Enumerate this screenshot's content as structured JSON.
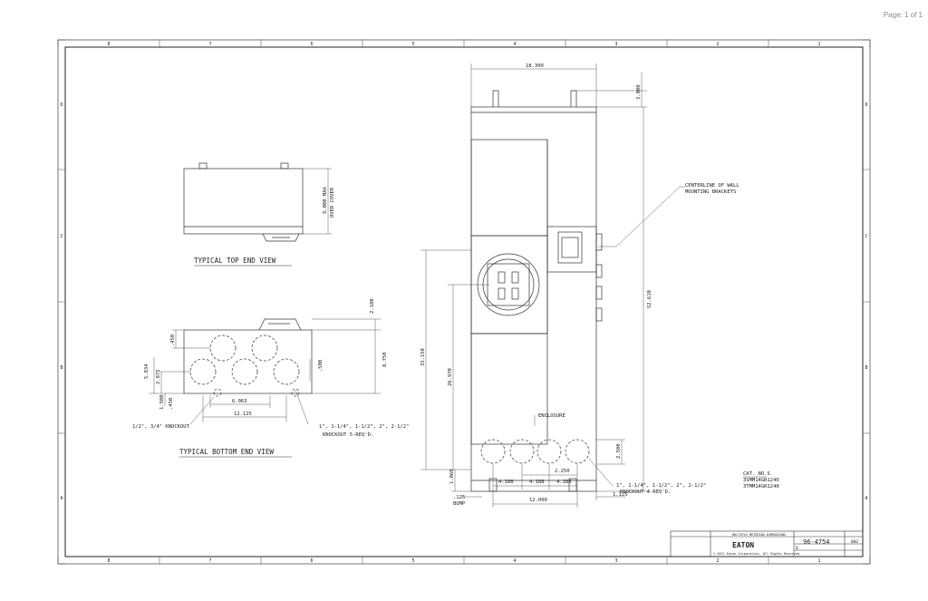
{
  "page_indicator": "Page: 1 of 1",
  "border": {
    "columns": [
      "8",
      "7",
      "6",
      "5",
      "4",
      "3",
      "2",
      "1"
    ],
    "rows": [
      "D",
      "C",
      "B",
      "A"
    ]
  },
  "top_view": {
    "title": "TYPICAL  TOP  END  VIEW",
    "dim_depth": "9.000 MAX",
    "dim_depth_note": "OVER COVER"
  },
  "bottom_view": {
    "title": "TYPICAL  BOTTOM  END  VIEW",
    "dim_top": "2.180",
    "dim_depth": "8.750",
    "dim_a": ".450",
    "dim_b": "5.834",
    "dim_c": "2.875",
    "dim_d": "1.500",
    "dim_e": ".450",
    "dim_f": ".500",
    "dim_spacing": "6.063",
    "dim_span": "12.125",
    "knockout_small": "1/2\", 3/4\" KNOCKOUT",
    "knockout_large_1": "1\", 1-1/4\", 1-1/2\", 2\", 2-1/2\"",
    "knockout_large_2": "KNOCKOUT 5-REQ'D."
  },
  "front_view": {
    "dim_width": "18.300",
    "dim_bracket": "3.000",
    "dim_height": "52.610",
    "dim_lower": "33.150",
    "dim_meter": "26.970",
    "dim_base": "1.060",
    "dim_ko_height": "2.500",
    "dim_ko_pitch_a": "2.250",
    "dim_ko_pitch_b": "4.188",
    "dim_ko_pitch_c": "4.188",
    "dim_ko_pitch_d": "4.188",
    "dim_ko_span": "12.000",
    "dim_bump_val": ".125",
    "dim_bump": "BUMP",
    "dim_right_off": "1.125",
    "centerline_1": "CENTERLINE OF WALL",
    "centerline_2": "MOUNTING BRACKETS",
    "enclosure_label": "ENCLOSURE",
    "knockout_1": "1\", 1-1/4\", 1-1/2\", 2\", 2-1/2\"",
    "knockout_2": "KNOCKOUT 4-REQ'D.",
    "cat_title": "CAT. NO.S",
    "cat_1": "3SMM14GR1240",
    "cat_2": "3TMM14GR1240"
  },
  "title_block": {
    "desc": "MULTIPLE METERING DIMENSIONS",
    "drawing_no": "96-4754",
    "size": "D",
    "rev": "002",
    "brand": "EATON",
    "copyright": "© 2012 Eaton Corporation. All Rights Reserved."
  }
}
